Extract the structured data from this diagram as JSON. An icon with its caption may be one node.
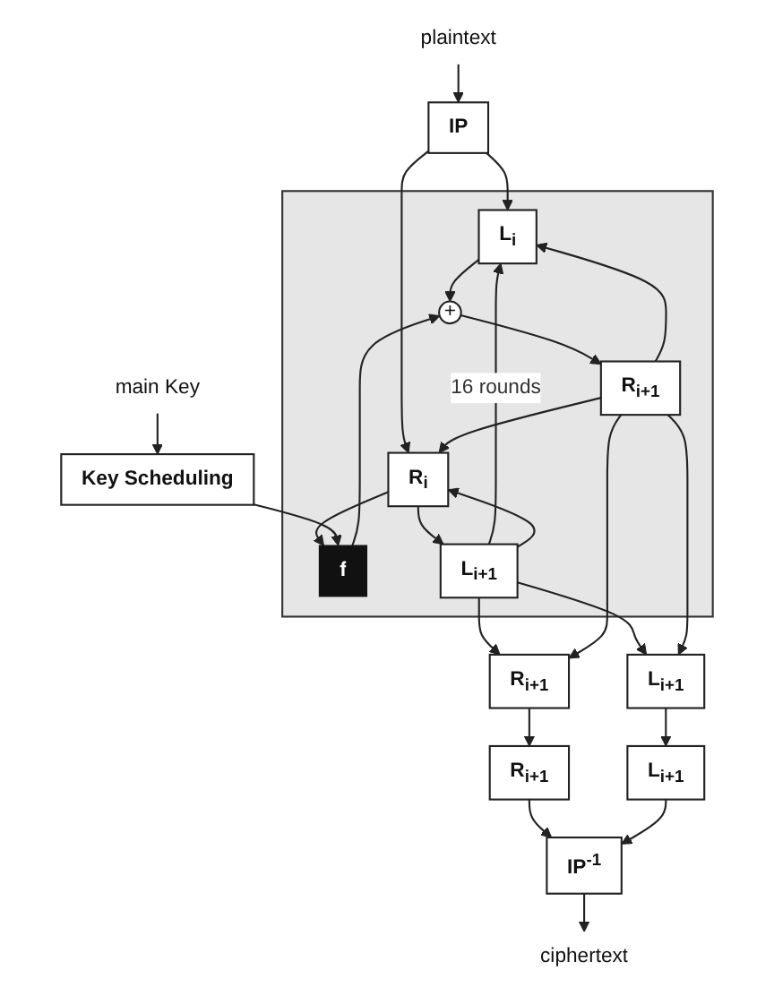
{
  "diagram": {
    "nodes": [
      {
        "text": [
          "plaintext"
        ]
      },
      {
        "text": [
          "IP"
        ]
      },
      {
        "text": [],
        "shape": "box"
      },
      {
        "text": [
          "L$_{i}$"
        ],
        "in": 2
      },
      {
        "text": [
          "R$_{i}$"
        ],
        "in": 2
      },
      {
        "text": [
          "+"
        ],
        "in": 2
      },
      {
        "text": [
          "f"
        ],
        "in": 2
      },
      {
        "text": [
          "L$_{i+1}$"
        ],
        "in": 2
      },
      {
        "text": [
          "R$_{i+1}$"
        ],
        "in": 2
      },
      {
        "text": [
          "main Key"
        ]
      },
      {
        "text": [
          "Key Scheduling"
        ]
      },
      {
        "text": [
          "L$_{i+1}$"
        ]
      },
      {
        "text": [
          "R$_{i+1}$"
        ]
      },
      {
        "text": [
          "R$_{i+1}$"
        ]
      },
      {
        "text": [
          "L$_{i+1}$"
        ]
      },
      {
        "text": [
          "IP$^{-1}$"
        ]
      },
      {
        "text": [
          "ciphertext"
        ]
      }
    ],
    "edges": [
      {
        "from": 0,
        "to": 1,
        "arrow": "to"
      },
      {
        "from": 1,
        "to": 3,
        "arrow": "to"
      },
      {
        "from": 1,
        "to": 4,
        "arrow": "to"
      },
      {
        "from": 3,
        "to": 5,
        "arrow": "to"
      },
      {
        "from": 4,
        "to": 6,
        "arrow": "to"
      },
      {
        "from": 6,
        "to": 5,
        "arrow": "to"
      },
      {
        "from": 9,
        "to": 10,
        "arrow": "to"
      },
      {
        "from": 10,
        "to": 6,
        "arrow": "to"
      },
      {
        "from": 5,
        "to": 8,
        "arrow": "to"
      },
      {
        "from": 4,
        "to": 7,
        "arrow": "to"
      },
      {
        "from": 7,
        "to": 3,
        "arrow": "to",
        "label": "16 rounds"
      },
      {
        "from": 7,
        "to": 4,
        "arrow": "to"
      },
      {
        "from": 8,
        "to": 3,
        "arrow": "to"
      },
      {
        "from": 8,
        "to": 4,
        "arrow": "to"
      },
      {
        "from": 7,
        "to": 11,
        "arrow": "to"
      },
      {
        "from": 7,
        "to": 12,
        "arrow": "to"
      },
      {
        "from": 8,
        "to": 11,
        "arrow": "to"
      },
      {
        "from": 8,
        "to": 12,
        "arrow": "to"
      },
      {
        "from": 11,
        "to": 14,
        "arrow": "to"
      },
      {
        "from": 12,
        "to": 13,
        "arrow": "to"
      },
      {
        "from": 13,
        "to": 15,
        "arrow": "to"
      },
      {
        "from": 14,
        "to": 15,
        "arrow": "to"
      },
      {
        "from": 15,
        "to": 16,
        "arrow": "to"
      }
    ]
  }
}
